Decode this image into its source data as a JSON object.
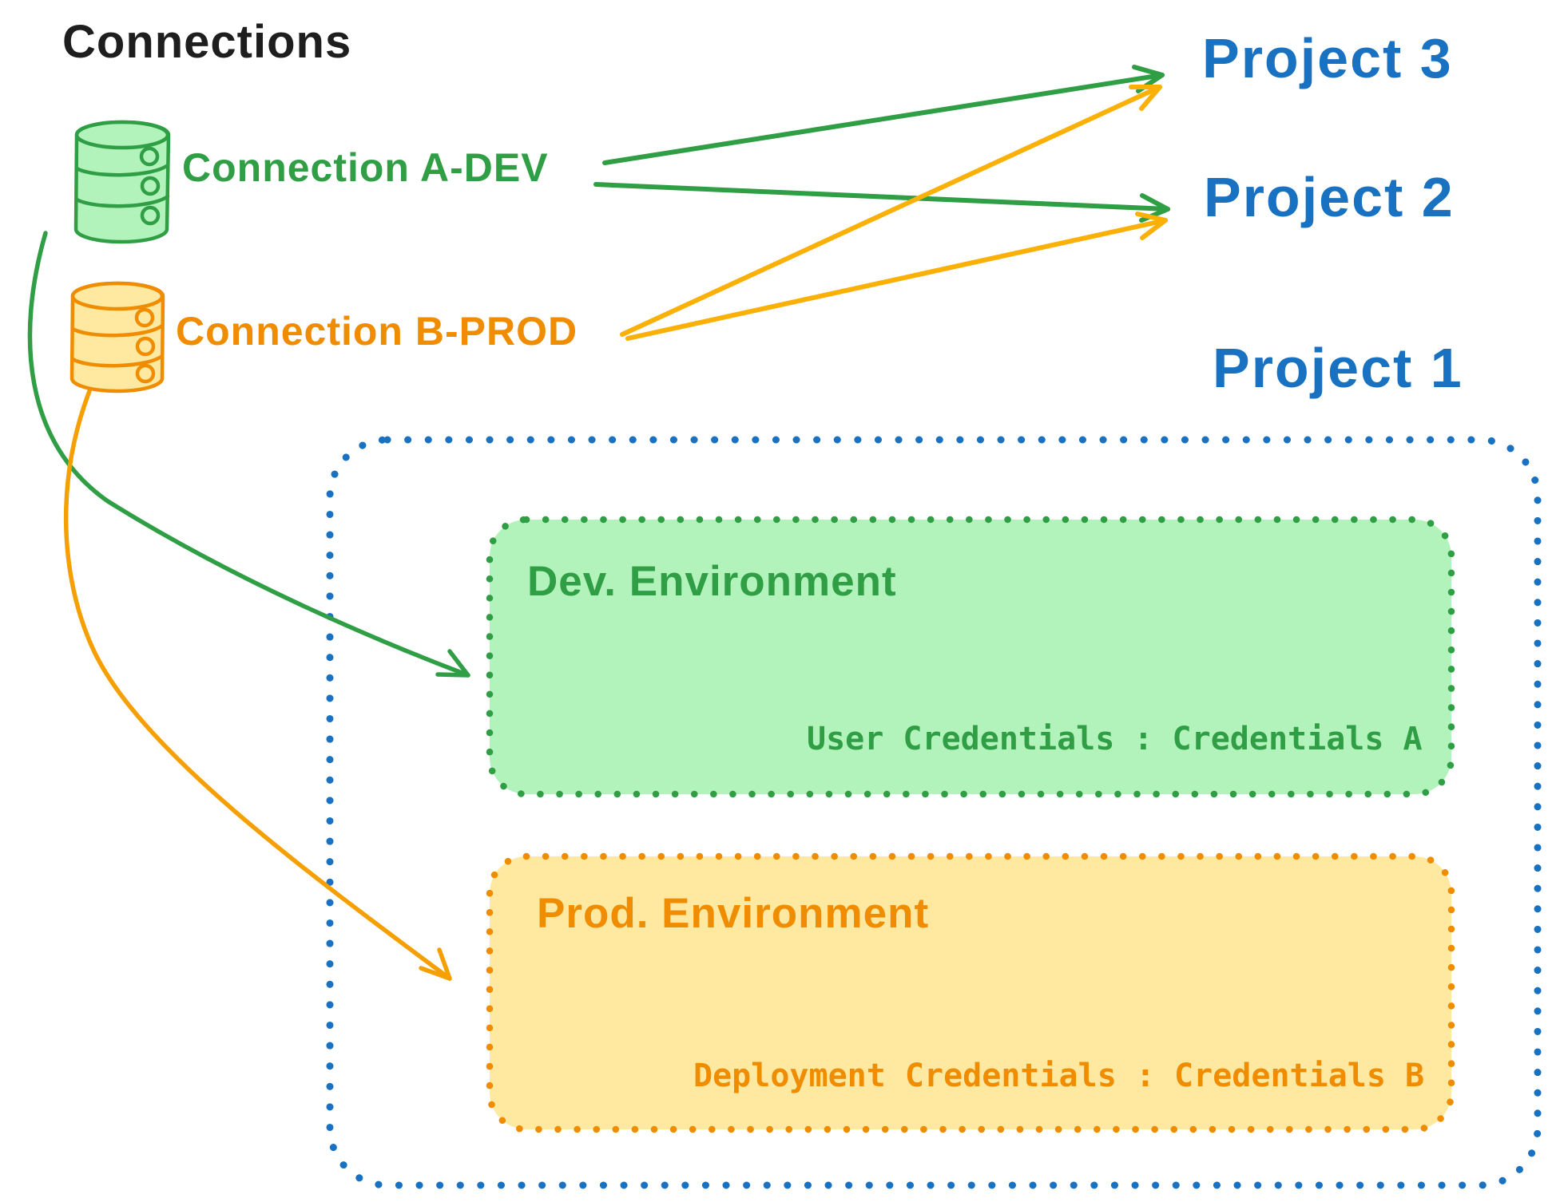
{
  "title": "Connections",
  "connections": [
    {
      "id": "a-dev",
      "label": "Connection A-DEV",
      "color": "#2f9e44"
    },
    {
      "id": "b-prod",
      "label": "Connection B-PROD",
      "color": "#f08c00"
    }
  ],
  "projects": [
    {
      "label": "Project 3"
    },
    {
      "label": "Project 2"
    },
    {
      "label": "Project 1"
    }
  ],
  "project1": {
    "environments": [
      {
        "name": "Dev. Environment",
        "credentials": "User Credentials : Credentials A"
      },
      {
        "name": "Prod. Environment",
        "credentials": "Deployment Credentials : Credentials B"
      }
    ]
  },
  "edges": [
    {
      "from": "Connection A-DEV",
      "to": "Project 3",
      "color": "green"
    },
    {
      "from": "Connection A-DEV",
      "to": "Project 2",
      "color": "green"
    },
    {
      "from": "Connection A-DEV",
      "to": "Dev. Environment",
      "color": "green"
    },
    {
      "from": "Connection B-PROD",
      "to": "Project 3",
      "color": "orange"
    },
    {
      "from": "Connection B-PROD",
      "to": "Project 2",
      "color": "orange"
    },
    {
      "from": "Connection B-PROD",
      "to": "Prod. Environment",
      "color": "orange"
    }
  ],
  "colors": {
    "black": "#1e1e1e",
    "green_stroke": "#2f9e44",
    "green_fill": "#b2f2bb",
    "orange_stroke": "#f08c00",
    "orange_fill": "#ffe9a1",
    "orange_arrow": "#fab005",
    "blue": "#1971c2",
    "background": "#ffffff"
  }
}
